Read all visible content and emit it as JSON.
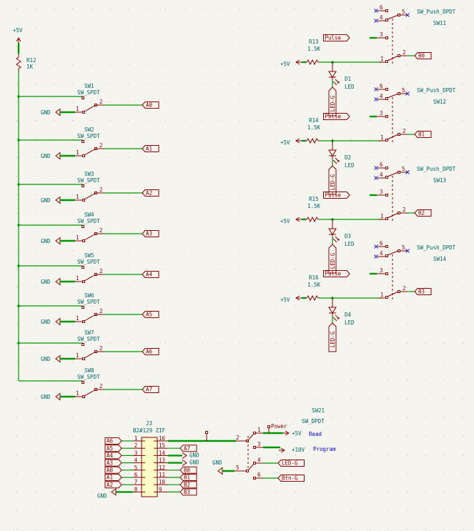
{
  "power": {
    "vcc": "+5V",
    "gnd": "GND",
    "v10": "+10V"
  },
  "pullup": {
    "ref": "R12",
    "value": "1K"
  },
  "spdt_switches": [
    {
      "ref": "SW1",
      "value": "SW_SPDT",
      "label": "A0"
    },
    {
      "ref": "SW2",
      "value": "SW_SPDT",
      "label": "A1"
    },
    {
      "ref": "SW3",
      "value": "SW_SPDT",
      "label": "A2"
    },
    {
      "ref": "SW4",
      "value": "SW_SPDT",
      "label": "A3"
    },
    {
      "ref": "SW5",
      "value": "SW_SPDT",
      "label": "A4"
    },
    {
      "ref": "SW6",
      "value": "SW_SPDT",
      "label": "A5"
    },
    {
      "ref": "SW7",
      "value": "SW_SPDT",
      "label": "A6"
    },
    {
      "ref": "SW8",
      "value": "SW_SPDT",
      "label": "A7"
    }
  ],
  "push_switches": [
    {
      "ref": "SW11",
      "value": "SW_Push_DPDT",
      "res_ref": "R13",
      "res_val": "1.5K",
      "led_ref": "D1",
      "led_val": "LED",
      "label": "B0",
      "pulse": "Pulse",
      "ledg": "LED-G"
    },
    {
      "ref": "SW12",
      "value": "SW_Push_DPDT",
      "res_ref": "R14",
      "res_val": "1.5K",
      "led_ref": "D2",
      "led_val": "LED",
      "label": "B1",
      "pulse": "Pulse",
      "ledg": "LED-G"
    },
    {
      "ref": "SW13",
      "value": "SW_Push_DPDT",
      "res_ref": "R15",
      "res_val": "1.5K",
      "led_ref": "D3",
      "led_val": "LED",
      "label": "B2",
      "pulse": "Pulse",
      "ledg": "LED-G"
    },
    {
      "ref": "SW14",
      "value": "SW_Push_DPDT",
      "res_ref": "R16",
      "res_val": "1.5K",
      "led_ref": "D4",
      "led_val": "LED",
      "label": "B3",
      "pulse": "Pulse",
      "ledg": "LED-G"
    }
  ],
  "connector": {
    "ref": "J3",
    "value": "B2#129 ZIF",
    "left": [
      {
        "pin": "1",
        "label": "A6"
      },
      {
        "pin": "2",
        "label": "A5"
      },
      {
        "pin": "3",
        "label": "A4"
      },
      {
        "pin": "4",
        "label": "A3"
      },
      {
        "pin": "5",
        "label": "A0"
      },
      {
        "pin": "6",
        "label": "A1"
      },
      {
        "pin": "7",
        "label": "A2"
      },
      {
        "pin": "8",
        "label": "GND"
      }
    ],
    "right": [
      {
        "pin": "16",
        "label": ""
      },
      {
        "pin": "15",
        "label": "A7"
      },
      {
        "pin": "14",
        "label": "GND"
      },
      {
        "pin": "13",
        "label": "GND"
      },
      {
        "pin": "12",
        "label": "B0"
      },
      {
        "pin": "11",
        "label": "B1"
      },
      {
        "pin": "10",
        "label": "B2"
      },
      {
        "pin": "9",
        "label": "B3"
      }
    ]
  },
  "mode_switch": {
    "ref": "SW21",
    "value": "SW_DPDT",
    "power_flag": "Power",
    "pins": {
      "p1": "1",
      "p2": "2",
      "p3": "3",
      "p4": "4",
      "p5": "5",
      "p6": "6"
    },
    "read_label": "Read",
    "program_label": "Program",
    "led_label": "LED-G",
    "btn_label": "Btn-G"
  }
}
